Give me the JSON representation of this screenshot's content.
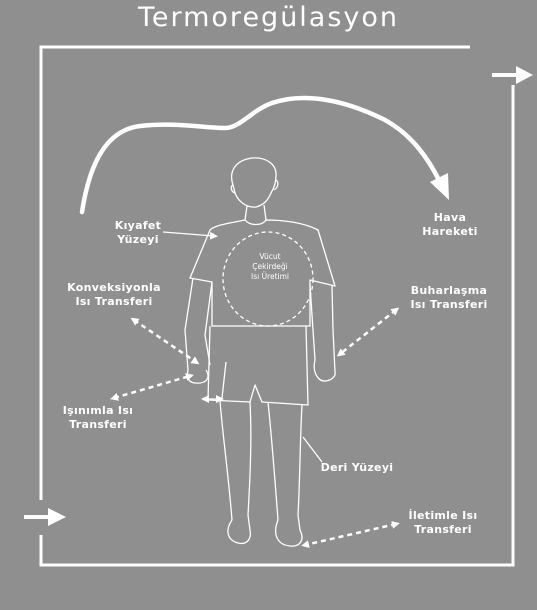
{
  "title": "Termoregülasyon",
  "labels": {
    "clothing": [
      "Kıyafet",
      "Yüzeyi"
    ],
    "air": [
      "Hava",
      "Hareketi"
    ],
    "core": [
      "Vücut",
      "Çekirdeği",
      "Isı Üretimi"
    ],
    "convection": [
      "Konveksiyonla",
      "Isı Transferi"
    ],
    "evaporation": [
      "Buharlaşma",
      "Isı Transferi"
    ],
    "radiation": [
      "Işınımla Isı",
      "Transferi"
    ],
    "skin": [
      "Deri Yüzeyi"
    ],
    "conduction": [
      "İletimle Isı",
      "Transferi"
    ]
  },
  "colors": {
    "background": "#8f8f8f",
    "foreground": "#ffffff"
  }
}
